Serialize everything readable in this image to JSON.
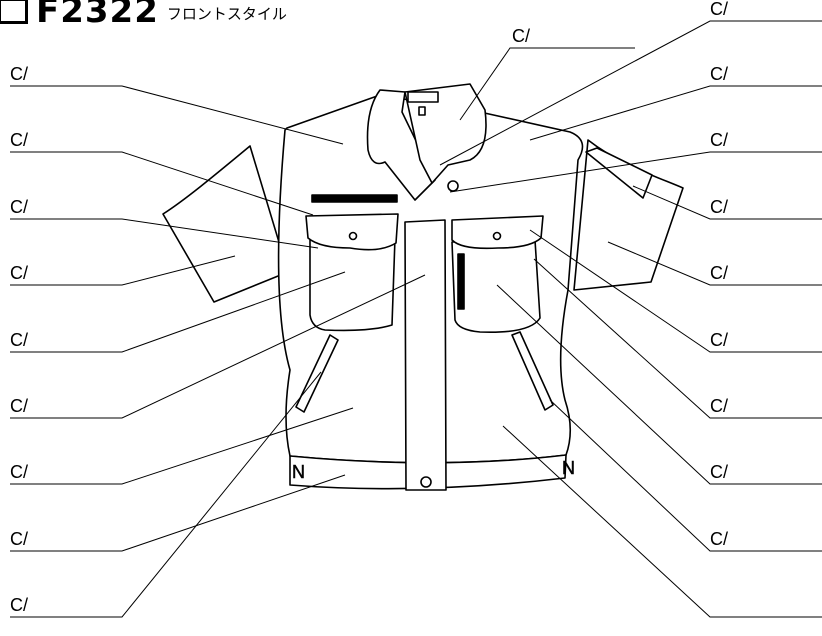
{
  "header": {
    "model_code": "F2322",
    "style_name": "フロントスタイル"
  },
  "callouts": {
    "left": [
      "C/",
      "C/",
      "C/",
      "C/",
      "C/",
      "C/",
      "C/",
      "C/",
      "C/"
    ],
    "right": [
      "C/",
      "C/",
      "C/",
      "C/",
      "C/",
      "C/",
      "C/",
      "C/",
      "C/"
    ],
    "top": "C/"
  }
}
